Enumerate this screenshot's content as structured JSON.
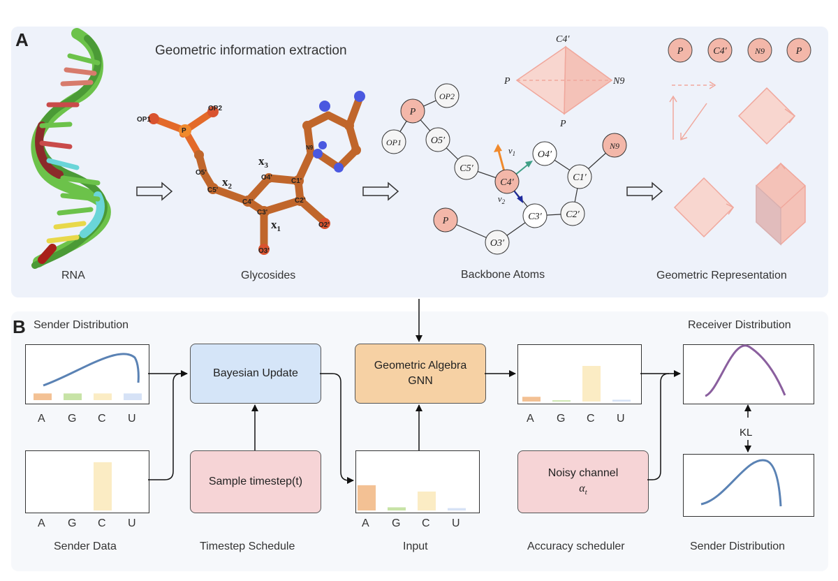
{
  "panel_a": {
    "letter": "A",
    "title": "Geometric information extraction",
    "captions": {
      "rna": "RNA",
      "glycosides": "Glycosides",
      "backbone": "Backbone Atoms",
      "geometric": "Geometric Representation"
    },
    "molecule_labels": {
      "op1": "OP1",
      "op2": "OP2",
      "p": "P",
      "o5": "O5'",
      "c5": "C5'",
      "c4": "C4'",
      "o4": "O4'",
      "c1": "C1'",
      "c2": "C2'",
      "c3": "C3'",
      "o3": "O3'",
      "o2": "O2'",
      "n9": "N9",
      "x1": "x",
      "x1sub": "1",
      "x2": "x",
      "x2sub": "2",
      "x3": "x",
      "x3sub": "3"
    },
    "backbone_nodes": {
      "p_top": "P",
      "op2": "OP2",
      "op1": "OP1",
      "o5": "O5′",
      "c5": "C5′",
      "c4": "C4′",
      "o4": "O4′",
      "c1": "C1′",
      "n9": "N9",
      "c3": "C3′",
      "c2": "C2′",
      "o3": "O3′",
      "p_bottom": "P",
      "v1": "v",
      "v1sub": "1",
      "v2": "v",
      "v2sub": "2"
    },
    "tetrahedron_labels": {
      "top": "C4′",
      "left": "P",
      "right": "N9",
      "bottom": "P"
    },
    "atom_circles": [
      "P",
      "C4′",
      "N9",
      "P"
    ]
  },
  "panel_b": {
    "letter": "B",
    "sender_distribution_top": "Sender Distribution",
    "receiver_distribution": "Receiver Distribution",
    "bayesian_update": "Bayesian Update",
    "ga_gnn_line1": "Geometric Algebra",
    "ga_gnn_line2": "GNN",
    "sample_timestep": "Sample timestep(t)",
    "noisy_channel": "Noisy channel",
    "alpha": "α",
    "alpha_sub": "t",
    "kl": "KL",
    "captions": {
      "sender_data": "Sender Data",
      "timestep_schedule": "Timestep Schedule",
      "input": "Input",
      "accuracy_scheduler": "Accuracy scheduler",
      "sender_distribution_bottom": "Sender Distribution"
    },
    "base_labels": [
      "A",
      "G",
      "C",
      "U"
    ]
  },
  "colors": {
    "A": "#f3c194",
    "G": "#c7e3a6",
    "C": "#fbecc4",
    "U": "#d6e2f6",
    "blue_curve": "#5a82b4",
    "purple_curve": "#8a5f9e",
    "salmon": "#f0a79c"
  },
  "chart_data": [
    {
      "name": "sender_distribution",
      "type": "bar",
      "categories": [
        "A",
        "G",
        "C",
        "U"
      ],
      "values": [
        0.12,
        0.12,
        0.12,
        0.12
      ]
    },
    {
      "name": "sender_data",
      "type": "bar",
      "categories": [
        "A",
        "G",
        "C",
        "U"
      ],
      "values": [
        0,
        0,
        0.72,
        0
      ]
    },
    {
      "name": "accuracy_scheduler",
      "type": "bar",
      "categories": [
        "A",
        "G",
        "C",
        "U"
      ],
      "values": [
        0.08,
        0.02,
        0.6,
        0.03
      ]
    },
    {
      "name": "input",
      "type": "bar",
      "categories": [
        "A",
        "G",
        "C",
        "U"
      ],
      "values": [
        0.32,
        0.04,
        0.24,
        0.03
      ]
    }
  ]
}
